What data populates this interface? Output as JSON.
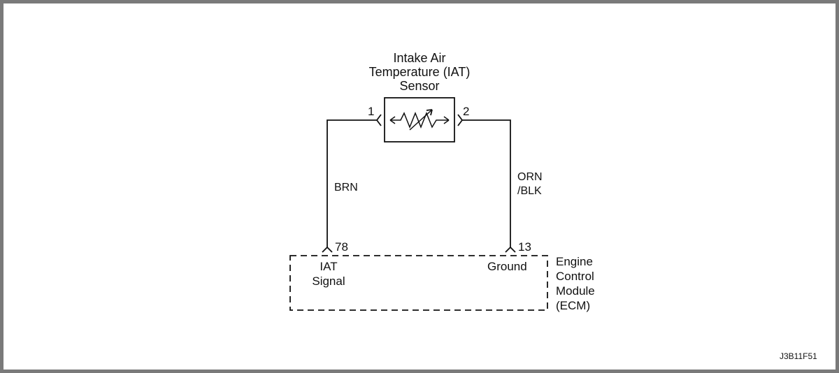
{
  "diagram": {
    "sensor": {
      "title_lines": [
        "Intake Air",
        "Temperature (IAT)",
        "Sensor"
      ],
      "pin_left": "1",
      "pin_right": "2"
    },
    "wires": {
      "left_color": "BRN",
      "right_color_lines": [
        "ORN",
        "/BLK"
      ]
    },
    "ecm": {
      "pin_left": "78",
      "pin_right": "13",
      "signal_lines": [
        "IAT",
        "Signal"
      ],
      "ground_label": "Ground",
      "module_lines": [
        "Engine",
        "Control",
        "Module",
        "(ECM)"
      ]
    },
    "figure_id": "J3B11F51"
  }
}
